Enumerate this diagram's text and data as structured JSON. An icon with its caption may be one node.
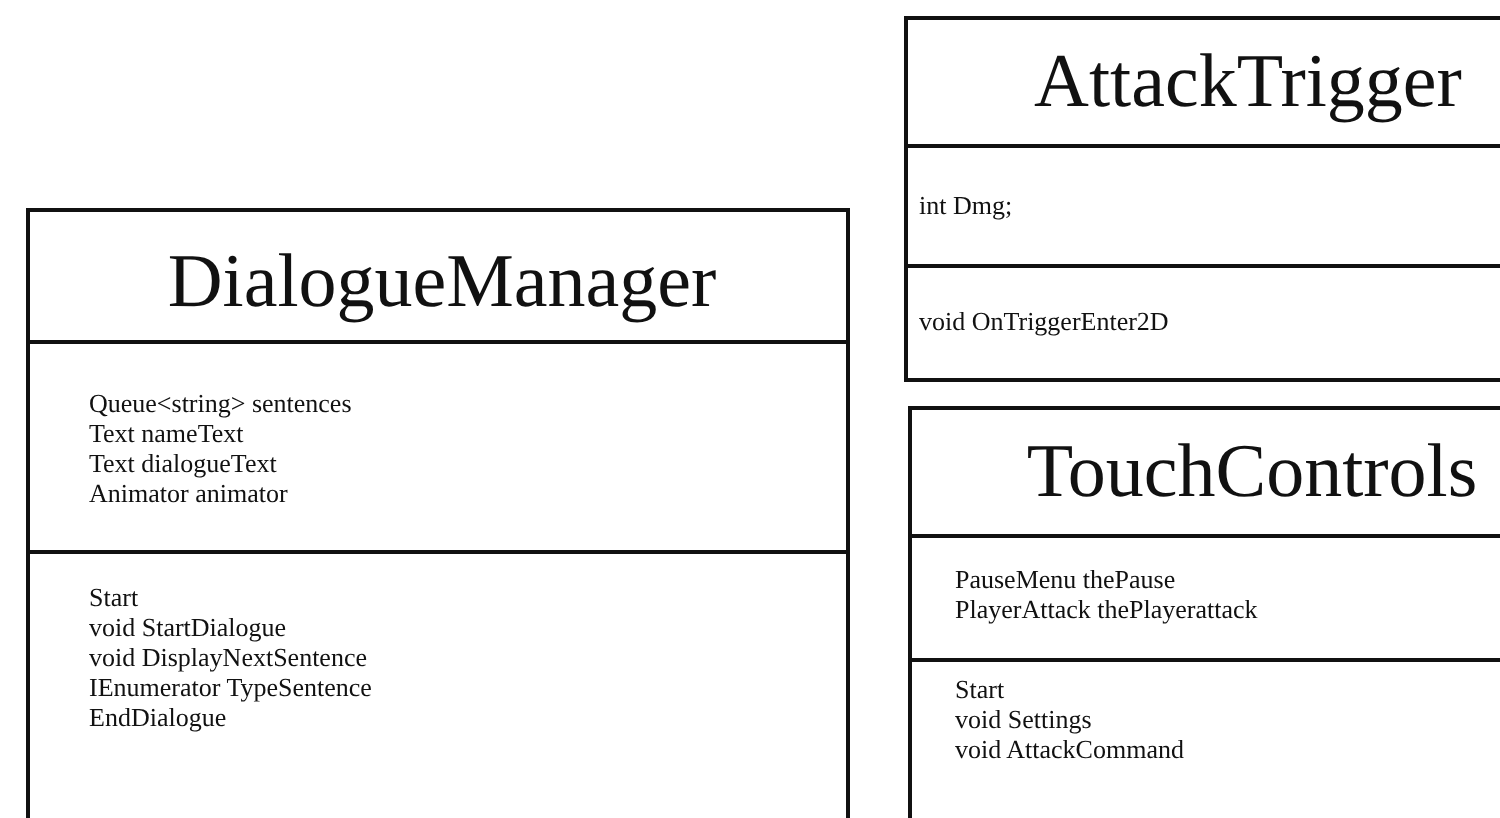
{
  "diagram": {
    "nodes": [
      {
        "text": [
          "DialogueManager"
        ]
      },
      {
        "text": [
          "Queue<string> sentences",
          "Text nameText",
          "Text dialogueText",
          "Animator animator"
        ],
        "in": 0
      },
      {
        "text": [
          "Start",
          "void StartDialogue",
          "void DisplayNextSentence",
          "IEnumerator TypeSentence",
          "EndDialogue"
        ],
        "in": 0
      },
      {
        "text": [
          "AttackTrigger"
        ]
      },
      {
        "text": [
          "int Dmg;"
        ],
        "in": 3
      },
      {
        "text": [
          "void OnTriggerEnter2D"
        ],
        "in": 3
      },
      {
        "text": [
          "TouchControls"
        ]
      },
      {
        "text": [
          "PauseMenu thePause",
          "PlayerAttack thePlayerattack"
        ],
        "in": 6
      },
      {
        "text": [
          "Start",
          "void Settings",
          "void AttackCommand"
        ],
        "in": 6
      }
    ]
  }
}
